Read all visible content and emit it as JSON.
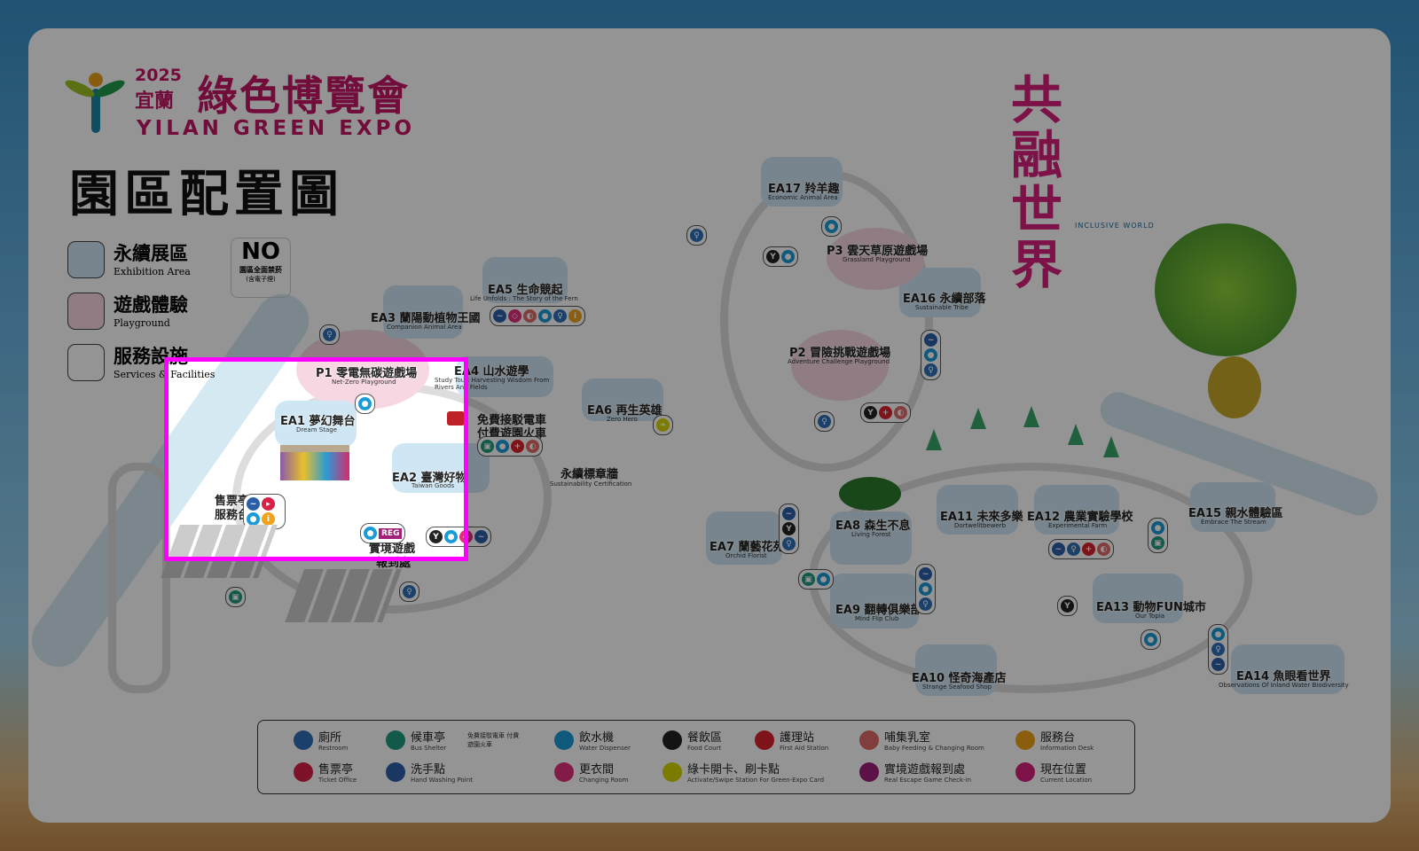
{
  "header": {
    "year": "2025",
    "city": "宜蘭",
    "title_zh": "綠色博覽會",
    "title_en": "YILAN GREEN EXPO",
    "map_title": "園區配置圖",
    "slogan_zh": "共融世界",
    "slogan_en": "INCLUSIVE WORLD"
  },
  "key": [
    {
      "zh": "永續展區",
      "en": "Exhibition Area"
    },
    {
      "zh": "遊戲體驗",
      "en": "Playground"
    },
    {
      "zh": "服務設施",
      "en": "Services & Facilities"
    }
  ],
  "no_smoking": {
    "big": "NO",
    "zh": "園區全面禁菸",
    "note": "(含電子煙)"
  },
  "areas": [
    {
      "zh": "P1 零電無碳遊戲場",
      "en": "Net-Zero Playground"
    },
    {
      "zh": "EA1 夢幻舞台",
      "en": "Dream Stage"
    },
    {
      "zh": "EA2 臺灣好物",
      "en": "Taiwan Goods"
    },
    {
      "zh": "EA3 蘭陽動植物王國",
      "en": "Companion Animal Area"
    },
    {
      "zh": "EA4 山水遊學",
      "en": "Study Tour: Harvesting Wisdom From Rivers And Fields"
    },
    {
      "zh": "EA5 生命競起",
      "en": "Life Unfolds : The Story of the Fern"
    },
    {
      "zh": "EA6 再生英雄",
      "en": "Zero Hero"
    },
    {
      "zh": "EA7 蘭藝花苑",
      "en": "Orchid Florist"
    },
    {
      "zh": "EA8 森生不息",
      "en": "Living Forest"
    },
    {
      "zh": "EA9 翻轉俱樂部",
      "en": "Mind Flip Club"
    },
    {
      "zh": "EA10 怪奇海產店",
      "en": "Strange Seafood Shop"
    },
    {
      "zh": "EA11 未來多樂",
      "en": "Dortwelltbewerb"
    },
    {
      "zh": "EA12 農業實驗學校",
      "en": "Experimental Farm"
    },
    {
      "zh": "EA13 動物FUN城市",
      "en": "Our Topia"
    },
    {
      "zh": "EA14 魚眼看世界",
      "en": "Observations Of Inland Water Biodiversity"
    },
    {
      "zh": "EA15 親水體驗區",
      "en": "Embrace The Stream"
    },
    {
      "zh": "EA16 永續部落",
      "en": "Sustainable Tribe"
    },
    {
      "zh": "EA17 羚羊趣",
      "en": "Economic Animal Area"
    },
    {
      "zh": "P2 冒險挑戰遊戲場",
      "en": "Adventure Challenge Playground"
    },
    {
      "zh": "P3 雲天草原遊戲場",
      "en": "Grassland Playground"
    },
    {
      "zh": "永續標章牆",
      "en": "Sustainability Certification"
    }
  ],
  "spots": {
    "shuttle1": "免費接駁電車",
    "shuttle2": "付費遊園火車",
    "ticket1": "售票亭",
    "ticket2": "服務台",
    "escape1": "實境遊戲",
    "escape2": "報到處",
    "reg": "REG"
  },
  "legend": [
    {
      "zh": "廁所",
      "en": "Restroom",
      "icon": "restroom-icon",
      "color": "#2f6fb5"
    },
    {
      "zh": "候車亭",
      "en": "Bus Shelter",
      "icon": "bus-shelter-icon",
      "color": "#1f9a7e"
    },
    {
      "zh": "飲水機",
      "en": "Water Dispenser",
      "icon": "water-drop-icon",
      "color": "#1a9ad6"
    },
    {
      "zh": "餐飲區",
      "en": "Food Court",
      "icon": "food-court-icon",
      "color": "#222222"
    },
    {
      "zh": "護理站",
      "en": "First Aid Station",
      "icon": "first-aid-icon",
      "color": "#d9232e"
    },
    {
      "zh": "哺集乳室",
      "en": "Baby Feeding & Changing Room",
      "icon": "baby-feeding-icon",
      "color": "#e06a6a"
    },
    {
      "zh": "服務台",
      "en": "Information Desk",
      "icon": "info-icon",
      "color": "#f0a21a"
    },
    {
      "zh": "售票亭",
      "en": "Ticket Office",
      "icon": "ticket-icon",
      "color": "#d92048"
    },
    {
      "zh": "洗手點",
      "en": "Hand Washing Point",
      "icon": "hand-wash-icon",
      "color": "#2b5fa8"
    },
    {
      "zh": "更衣間",
      "en": "Changing Room",
      "icon": "changing-room-icon",
      "color": "#e0307a"
    },
    {
      "zh": "綠卡開卡、刷卡點",
      "en": "Activate/Swipe Station For Green-Expo Card",
      "icon": "leaf-card-icon",
      "color": "#d4d400"
    },
    {
      "zh": "實境遊戲報到處",
      "en": "Real Escape Game Check-in",
      "icon": "reg-icon",
      "color": "#a0207a"
    },
    {
      "zh": "現在位置",
      "en": "Current Location",
      "icon": "star-icon",
      "color": "#d6207a"
    }
  ],
  "legend_shuttle": "免費接駁電車 付費遊園火車",
  "highlight_color": "#ff00ff"
}
